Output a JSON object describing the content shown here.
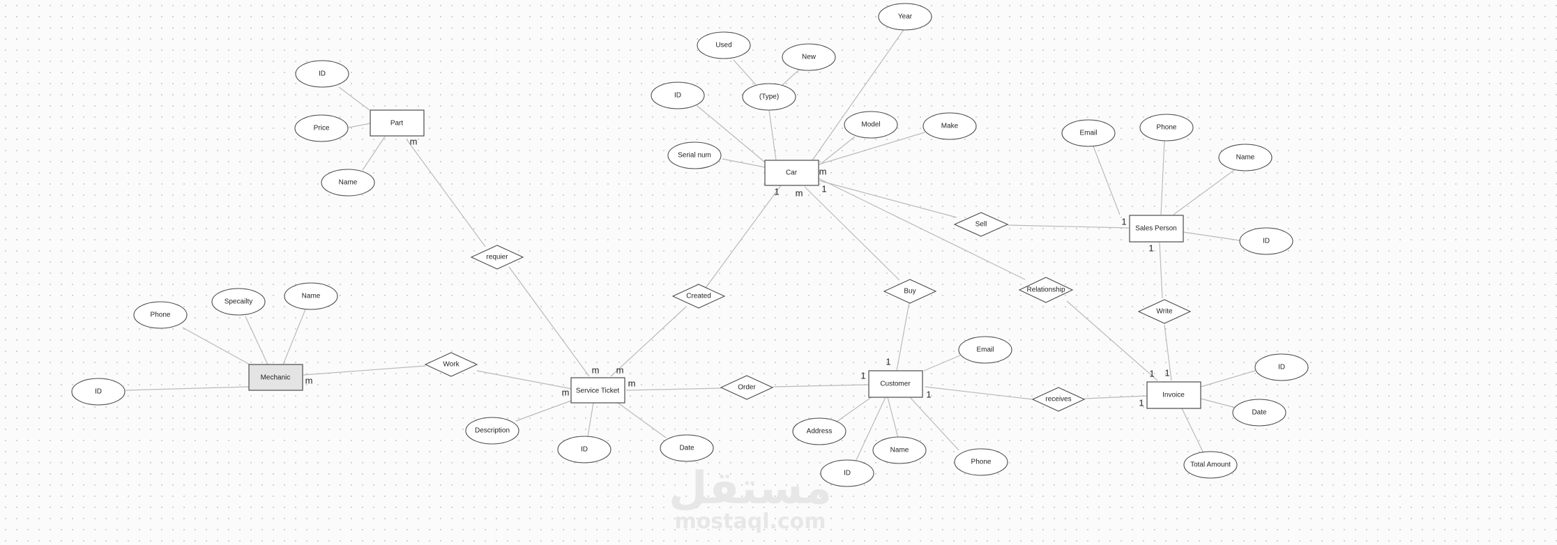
{
  "entities": {
    "car": "Car",
    "part": "Part",
    "mechanic": "Mechanic",
    "service_ticket": "Service Ticket",
    "customer": "Customer",
    "sales_person": "Sales Person",
    "invoice": "Invoice"
  },
  "relationships": {
    "requier": "requier",
    "created": "Created",
    "buy": "Buy",
    "relationship": "Relationship",
    "sell": "Sell",
    "write": "Write",
    "work": "Work",
    "order": "Order",
    "receives": "receives"
  },
  "attributes": {
    "car_year": "Year",
    "car_used": "Used",
    "car_new": "New",
    "car_type": "(Type)",
    "car_id": "ID",
    "car_model": "Model",
    "car_make": "Make",
    "car_serial": "Serial num",
    "part_id": "ID",
    "part_price": "Price",
    "part_name": "Name",
    "mech_phone": "Phone",
    "mech_specialty": "Specailty",
    "mech_name": "Name",
    "mech_id": "ID",
    "st_description": "Description",
    "st_id": "ID",
    "st_date": "Date",
    "cust_email": "Email",
    "cust_address": "Address",
    "cust_name": "Name",
    "cust_phone": "Phone",
    "cust_id": "ID",
    "sp_email": "Email",
    "sp_phone": "Phone",
    "sp_name": "Name",
    "sp_id": "ID",
    "inv_id": "ID",
    "inv_date": "Date",
    "inv_total": "Total Amount"
  },
  "cardinalities": {
    "c1": "m",
    "c2": "m",
    "c3": "1",
    "c4": "m",
    "c5": "1",
    "c6": "1",
    "c7": "1",
    "c8": "m",
    "c9": "m",
    "c10": "m",
    "c11": "m",
    "c12": "m",
    "c13": "1",
    "c14": "1",
    "c15": "1",
    "c16": "1",
    "c17": "1",
    "c18": "1"
  },
  "watermark": {
    "arabic": "مستقل",
    "latin": "mostaql.com"
  }
}
